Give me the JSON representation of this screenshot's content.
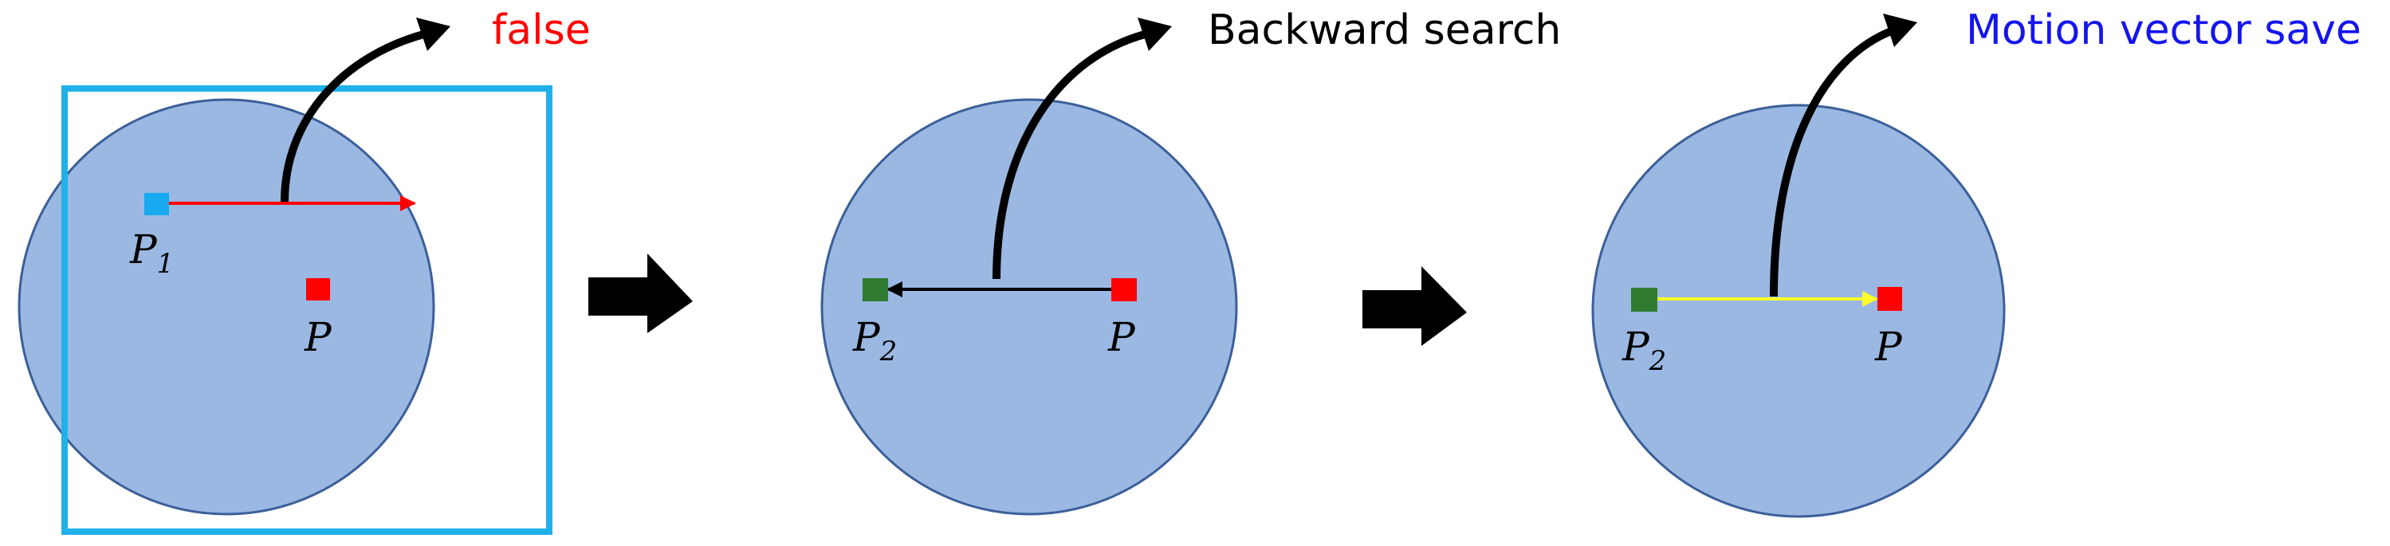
{
  "colors": {
    "circle_fill": "#9ab8e2",
    "circle_stroke": "#3b5f99",
    "frame": "#1fb1e8",
    "red": "#ff0000",
    "blue_text": "#1515ee",
    "green": "#2f7b2f",
    "light_blue": "#17aaf0",
    "yellow": "#ffff2a",
    "black": "#000000"
  },
  "icons": {
    "step_arrow": "right-block-arrow-icon",
    "curved_arrow": "curved-arrow-icon"
  },
  "panels": [
    {
      "caption": "false",
      "caption_color": "#ff0000",
      "vector_color": "#ff0000",
      "vector_direction": "right",
      "start_marker_color": "#17aaf0",
      "start_label": "P",
      "start_label_sub": "1",
      "target_label": "P",
      "has_frame": true
    },
    {
      "caption": "Backward search",
      "caption_color": "#000000",
      "vector_color": "#000000",
      "vector_direction": "left",
      "start_marker_color": "#2f7b2f",
      "start_label": "P",
      "start_label_sub": "2",
      "target_label": "P",
      "has_frame": false
    },
    {
      "caption": "Motion vector save",
      "caption_color": "#1515ee",
      "vector_color": "#ffff2a",
      "vector_direction": "right",
      "start_marker_color": "#2f7b2f",
      "start_label": "P",
      "start_label_sub": "2",
      "target_label": "P",
      "has_frame": false
    }
  ]
}
